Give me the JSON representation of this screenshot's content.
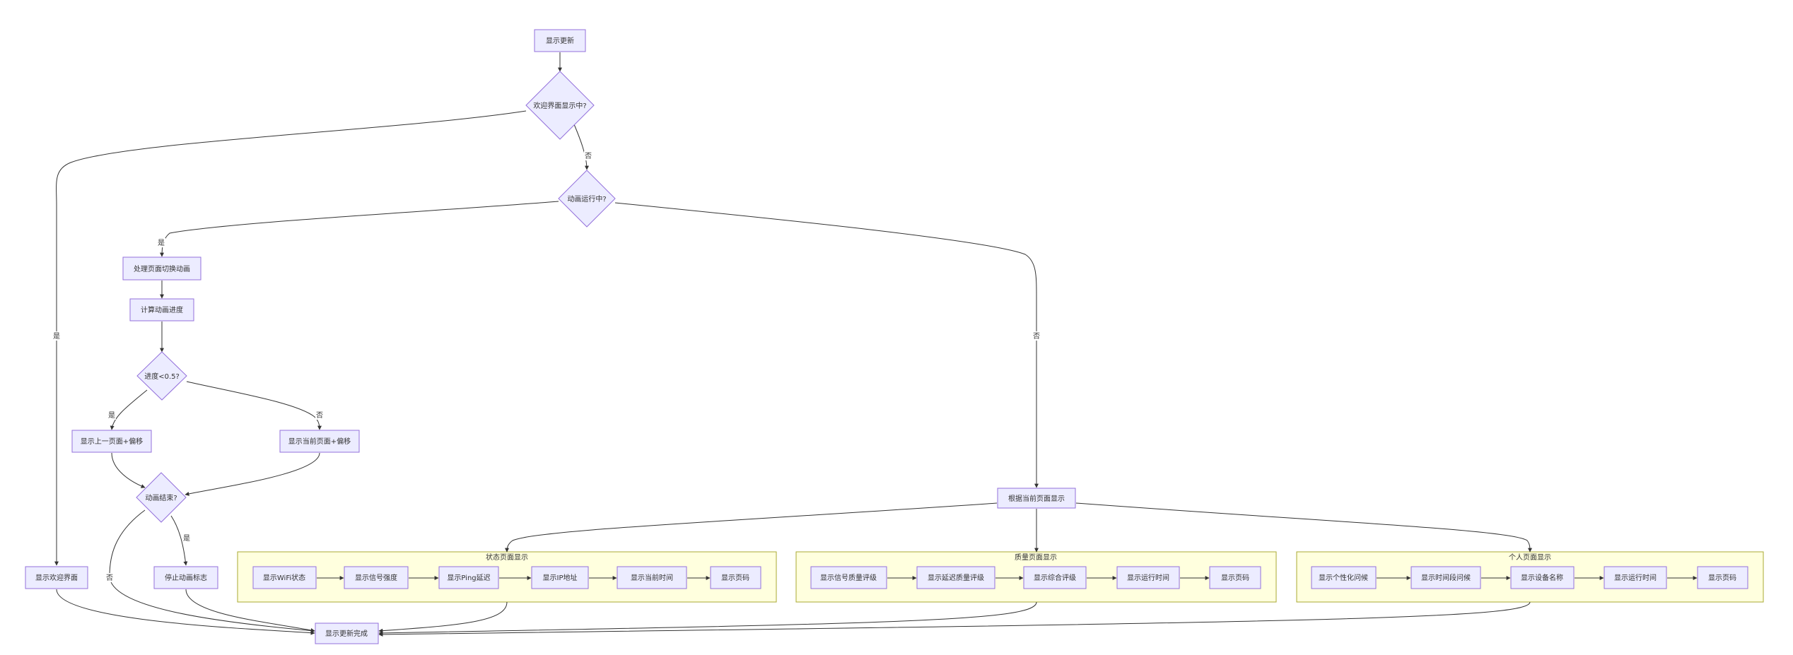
{
  "nodes": {
    "n_start": "显示更新",
    "n_welcome_q": "欢迎界面显示中?",
    "n_anim_q": "动画运行中?",
    "n_handle": "处理页面切换动画",
    "n_calc": "计算动画进度",
    "n_progress_q": "进度<0.5?",
    "n_prev": "显示上一页面+偏移",
    "n_curr": "显示当前页面+偏移",
    "n_anim_end_q": "动画结束?",
    "n_stop": "停止动画标志",
    "n_welcome": "显示欢迎界面",
    "n_by_page": "根据当前页面显示",
    "n_done": "显示更新完成",
    "s1_wifi": "显示WiFi状态",
    "s1_signal": "显示信号强度",
    "s1_ping": "显示Ping延迟",
    "s1_ip": "显示IP地址",
    "s1_time": "显示当前时间",
    "s1_page": "显示页码",
    "s2_quality": "显示信号质量评级",
    "s2_latency": "显示延迟质量评级",
    "s2_overall": "显示综合评级",
    "s2_runtime": "显示运行时间",
    "s2_page": "显示页码",
    "s3_greet": "显示个性化问候",
    "s3_period": "显示时间段问候",
    "s3_device": "显示设备名称",
    "s3_runtime": "显示运行时间",
    "s3_page": "显示页码"
  },
  "clusters": {
    "c1": "状态页面显示",
    "c2": "质量页面显示",
    "c3": "个人页面显示"
  },
  "edge_labels": {
    "welcome_no": "否",
    "welcome_yes": "是",
    "anim_yes": "是",
    "anim_no": "否",
    "progress_yes": "是",
    "progress_no": "否",
    "end_yes": "是",
    "end_no": "否"
  }
}
